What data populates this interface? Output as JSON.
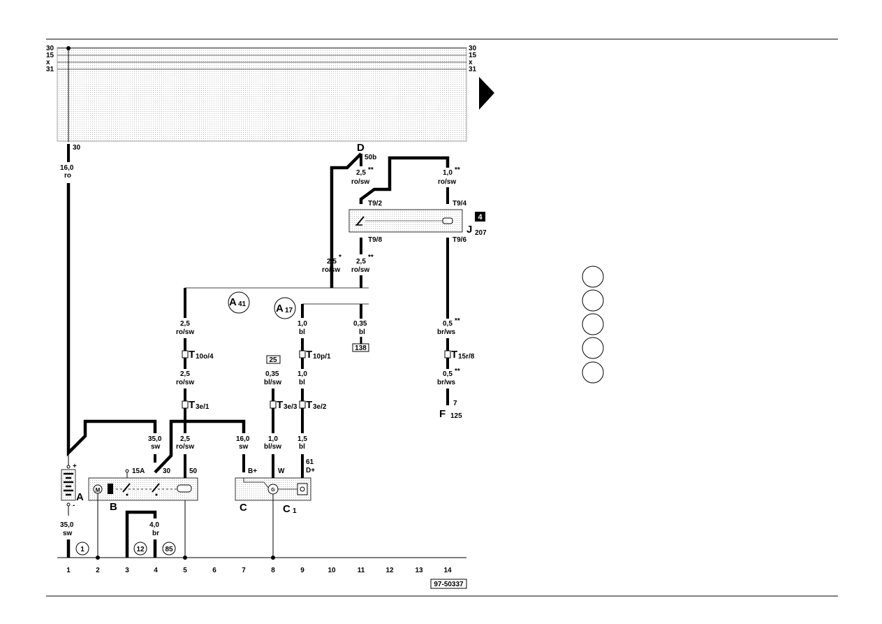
{
  "rails": {
    "left": [
      "30",
      "15",
      "x",
      "31"
    ],
    "right": [
      "30",
      "15",
      "x",
      "31"
    ]
  },
  "components": {
    "A": "A",
    "B": "B",
    "C": "C",
    "C1": "C",
    "C1_sub": "1",
    "D": "D",
    "J207": "J",
    "J207_sub": "207",
    "F125": "F",
    "F125_sub": "125",
    "J207_badge": "4"
  },
  "pins": {
    "p30_fuse": "30",
    "p50b": "50b",
    "T9_2": "T9/2",
    "T9_4": "T9/4",
    "T9_8": "T9/8",
    "T9_6": "T9/6",
    "batt_plus": "+",
    "batt_minus": "-",
    "st_15A": "15A",
    "st_30": "30",
    "st_50": "50",
    "alt_B": "B+",
    "alt_W": "W",
    "alt_61": "61",
    "alt_D": "D+",
    "f125_7": "7"
  },
  "connectors": {
    "T10o": "T",
    "T10o_sub": "10o/4",
    "T10p": "T",
    "T10p_sub": "10p/1",
    "T15r": "T",
    "T15r_sub": "15r/8",
    "T3e1": "T",
    "T3e1_sub": "3e/1",
    "T3e3": "T",
    "T3e3_sub": "3e/3",
    "T3e2": "T",
    "T3e2_sub": "3e/2"
  },
  "junctions": {
    "A41": "A",
    "A41_sub": "41",
    "A17": "A",
    "A17_sub": "17"
  },
  "wires": {
    "w1_top": [
      "16,0",
      "ro"
    ],
    "w11_top": [
      "2,5",
      "ro/sw"
    ],
    "w14_top": [
      "1,0",
      "ro/sw"
    ],
    "w10_mid": [
      "2,5",
      "ro/sw"
    ],
    "w11_mid": [
      "2,5",
      "ro/sw"
    ],
    "w5_a": [
      "2,5",
      "ro/sw"
    ],
    "w9_a": [
      "1,0",
      "bl"
    ],
    "w11_b": [
      "0,35",
      "bl"
    ],
    "w14_a": [
      "0,5",
      "br/ws"
    ],
    "w5_b": [
      "2,5",
      "ro/sw"
    ],
    "w8_a": [
      "0,35",
      "bl/sw"
    ],
    "w9_b": [
      "1,0",
      "bl"
    ],
    "w14_b": [
      "0,5",
      "br/ws"
    ],
    "w4_a": [
      "35,0",
      "sw"
    ],
    "w5_c": [
      "2,5",
      "ro/sw"
    ],
    "w7_a": [
      "16,0",
      "sw"
    ],
    "w8_b": [
      "1,0",
      "bl/sw"
    ],
    "w9_c": [
      "1,5",
      "bl"
    ],
    "w1_bot": [
      "35,0",
      "sw"
    ],
    "w4_bot": [
      "4,0",
      "br"
    ]
  },
  "stars": {
    "two": "**",
    "one": "*"
  },
  "refs": {
    "r25": "25",
    "r138": "138",
    "r1": "1",
    "r12": "12",
    "r85": "85"
  },
  "ground_numbers": [
    "1",
    "2",
    "3",
    "4",
    "5",
    "6",
    "7",
    "8",
    "9",
    "10",
    "11",
    "12",
    "13",
    "14"
  ],
  "figure_id": "97-50337"
}
